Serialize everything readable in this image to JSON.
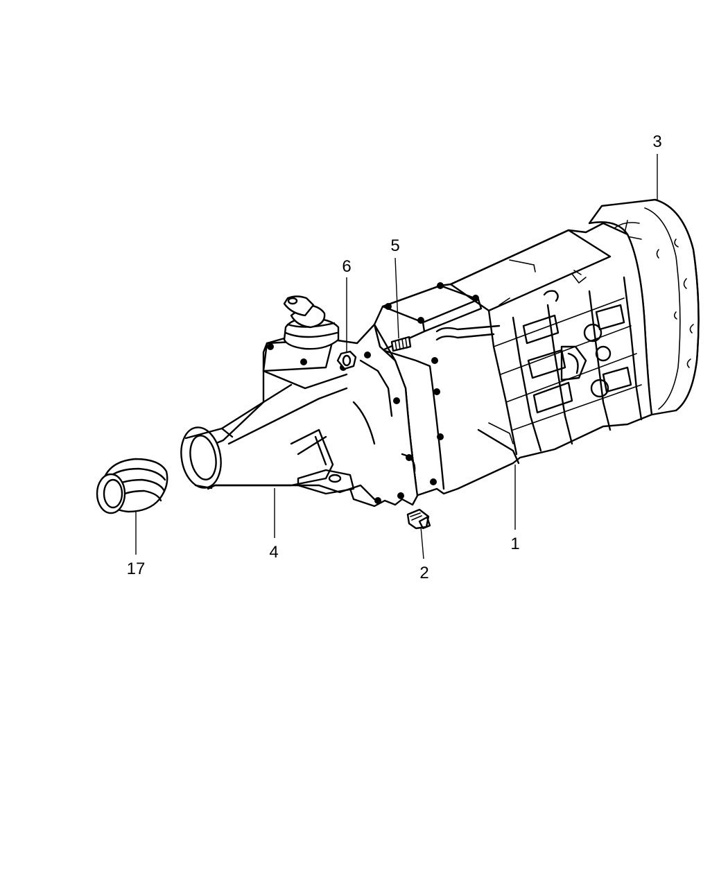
{
  "callouts": [
    {
      "id": "1",
      "label": "1"
    },
    {
      "id": "2",
      "label": "2"
    },
    {
      "id": "3",
      "label": "3"
    },
    {
      "id": "4",
      "label": "4"
    },
    {
      "id": "5",
      "label": "5"
    },
    {
      "id": "6",
      "label": "6"
    },
    {
      "id": "17",
      "label": "17"
    }
  ]
}
